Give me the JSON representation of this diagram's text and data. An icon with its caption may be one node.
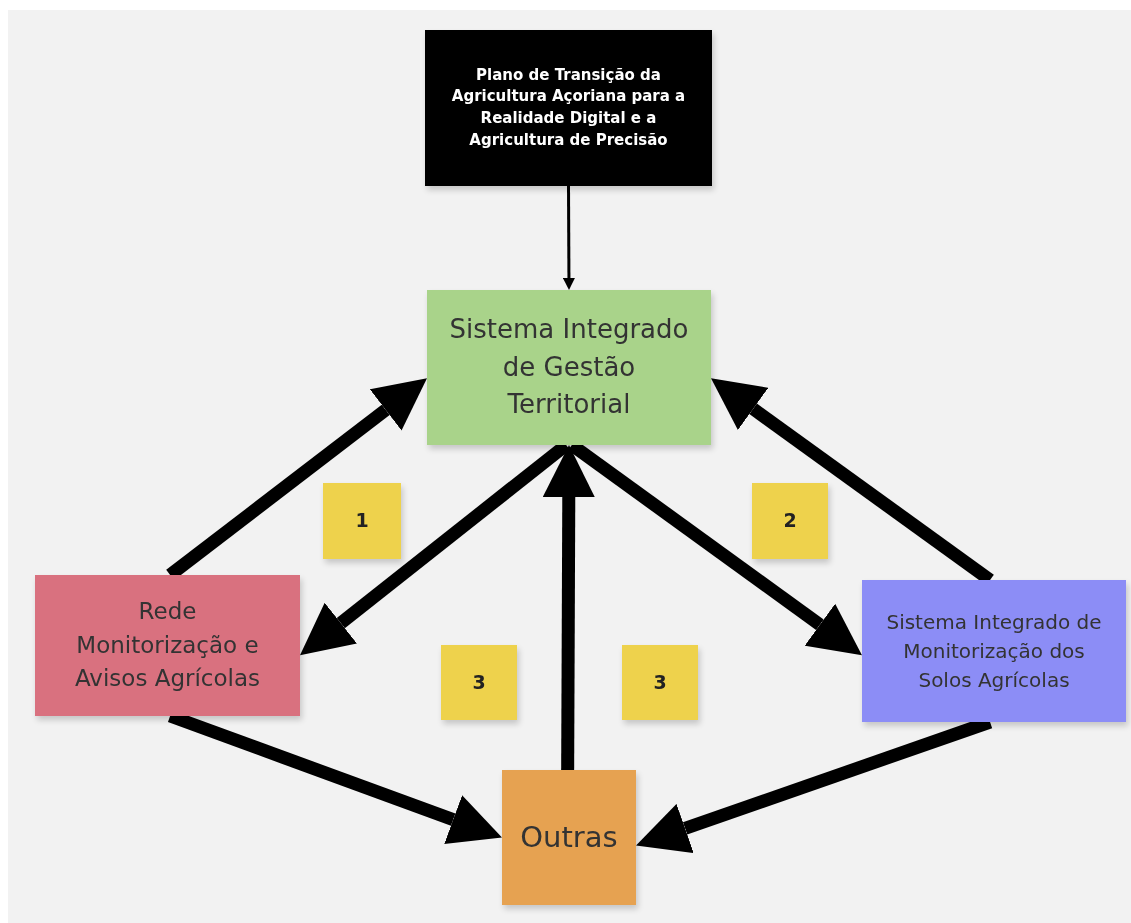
{
  "diagram": {
    "nodes": [
      {
        "text": [
          "Plano de Transição da Agricultura Açoriana para a Realidade Digital e a Agricultura de Precisão"
        ]
      },
      {
        "text": [
          "Sistema Integrado de Gestão Territorial"
        ]
      },
      {
        "text": [
          "1"
        ]
      },
      {
        "text": [
          "2"
        ]
      },
      {
        "text": [
          "Rede Monitorização e Avisos Agrícolas"
        ]
      },
      {
        "text": [
          "Sistema Integrado de Monitorização dos Solos Agrícolas"
        ]
      },
      {
        "text": [
          "3"
        ]
      },
      {
        "text": [
          "3"
        ]
      },
      {
        "text": [
          "Outras"
        ]
      }
    ],
    "edges": [
      {
        "from": 0,
        "to": 1,
        "arrow": "to"
      },
      {
        "from": 4,
        "to": 1,
        "arrow": "to"
      },
      {
        "from": 1,
        "to": 4,
        "arrow": "to"
      },
      {
        "from": 5,
        "to": 1,
        "arrow": "to"
      },
      {
        "from": 1,
        "to": 5,
        "arrow": "to"
      },
      {
        "from": 8,
        "to": 1,
        "arrow": "to"
      },
      {
        "from": 4,
        "to": 8,
        "arrow": "to"
      },
      {
        "from": 5,
        "to": 8,
        "arrow": "to"
      }
    ]
  }
}
